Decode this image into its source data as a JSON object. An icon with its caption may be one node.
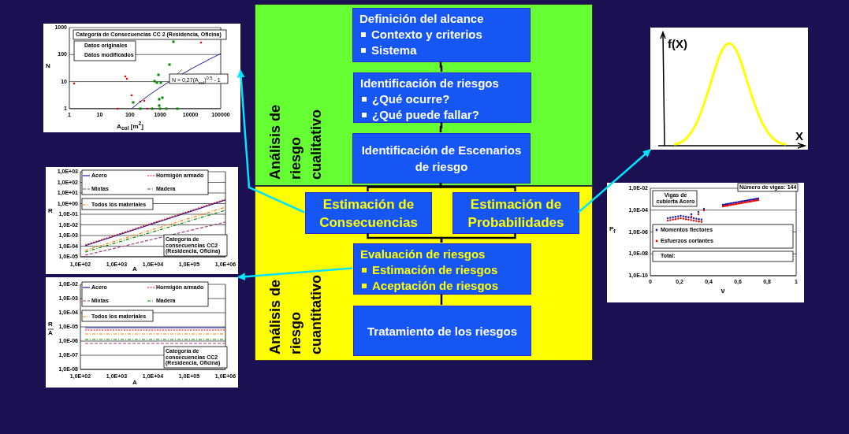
{
  "diagram": {
    "nodes": [
      {
        "text": [
          "Análisis de riesgo cualitativo"
        ]
      },
      {
        "text": [
          "Análisis de riesgo cuantitativo"
        ]
      },
      {
        "text": [
          "Definición del alcance",
          "Contexto y criterios",
          "Sistema"
        ],
        "in": 0
      },
      {
        "text": [
          "Identificación de riesgos",
          "¿Qué ocurre?",
          "¿Qué puede fallar?"
        ],
        "in": 0
      },
      {
        "text": [
          "Identificación de Escenarios de riesgo"
        ],
        "in": 0
      },
      {
        "text": [
          "Estimación de Consecuencias"
        ],
        "in": 1
      },
      {
        "text": [
          "Estimación de Probabilidades"
        ],
        "in": 1
      },
      {
        "text": [
          "Evaluación de riesgos",
          "Estimación de riesgos",
          "Aceptación de riesgos"
        ],
        "in": 1
      },
      {
        "text": [
          "Tratamiento de los riesgos"
        ],
        "in": 1
      },
      {
        "text": [
          "Categoría de Consecuencias CC 2 (Residencia, Oficina)",
          "Datos originales",
          "Datos modificados",
          "N",
          "1000",
          "100",
          "10",
          "1",
          "N = 0,27(A$_{col}$)$^{0,5}$ - 1",
          "1",
          "10",
          "100",
          "1000",
          "10000",
          "100000",
          "A$_{col}$ [m$^{2}$]"
        ]
      },
      {
        "text": [
          "Acero",
          "Hormigón armado",
          "Mixtas",
          "Madera",
          "Todos los materiales",
          "R",
          "1,0E+03",
          "1,0E+02",
          "1,0E+01",
          "1,0E+00",
          "1,0E-01",
          "1,0E-02",
          "1,0E-03",
          "1,0E-04",
          "1,0E-05",
          "Categoría de consecuencias CC2 (Residencia, Oficina)",
          "1,0E+02",
          "1,0E+03",
          "1,0E+04",
          "1,0E+05",
          "1,0E+06",
          "A"
        ]
      },
      {
        "text": [
          "Acero",
          "Hormigón armado",
          "Mixtas",
          "Madera",
          "Todos los materiales",
          "R",
          "A",
          "1,0E-02",
          "1,0E-03",
          "1,0E-04",
          "1,0E-05",
          "1,0E-06",
          "1,0E-07",
          "1,0E-08",
          "Categoría de consecuencias CC2 (Residencia, Oficina)",
          "1,0E+02",
          "1,0E+03",
          "1,0E+04",
          "1,0E+05",
          "1,0E+06",
          "A"
        ]
      },
      {
        "text": [
          "f(X)",
          "X"
        ]
      },
      {
        "text": [
          "Vigas de cubierta Acero",
          "Número de vigas: 144",
          "P$_{f}$",
          "1,0E-02",
          "1,0E-04",
          "1,0E-06",
          "Momentos flectores",
          "Esfuerzos cortantes",
          "1,0E-08",
          "Total:",
          "1,0E-10",
          "0",
          "0,2",
          "0,4",
          "0,6",
          "0,8",
          "1",
          "ν"
        ]
      }
    ],
    "edges": [
      {
        "from": 2,
        "to": 3,
        "arrow": "none"
      },
      {
        "from": 3,
        "to": 4,
        "arrow": "none"
      },
      {
        "from": 4,
        "to": 5,
        "arrow": "none"
      },
      {
        "from": 4,
        "to": 6,
        "arrow": "none"
      },
      {
        "from": 5,
        "to": 7,
        "arrow": "none"
      },
      {
        "from": 6,
        "to": 7,
        "arrow": "none"
      },
      {
        "from": 7,
        "to": 8,
        "arrow": "none"
      },
      {
        "from": 5,
        "to": 9,
        "arrow": "to",
        "color": "#00e5ff"
      },
      {
        "from": 7,
        "to": 11,
        "arrow": "to",
        "color": "#00e5ff"
      },
      {
        "from": 6,
        "to": 12,
        "arrow": "to",
        "color": "#00e5ff"
      }
    ]
  }
}
